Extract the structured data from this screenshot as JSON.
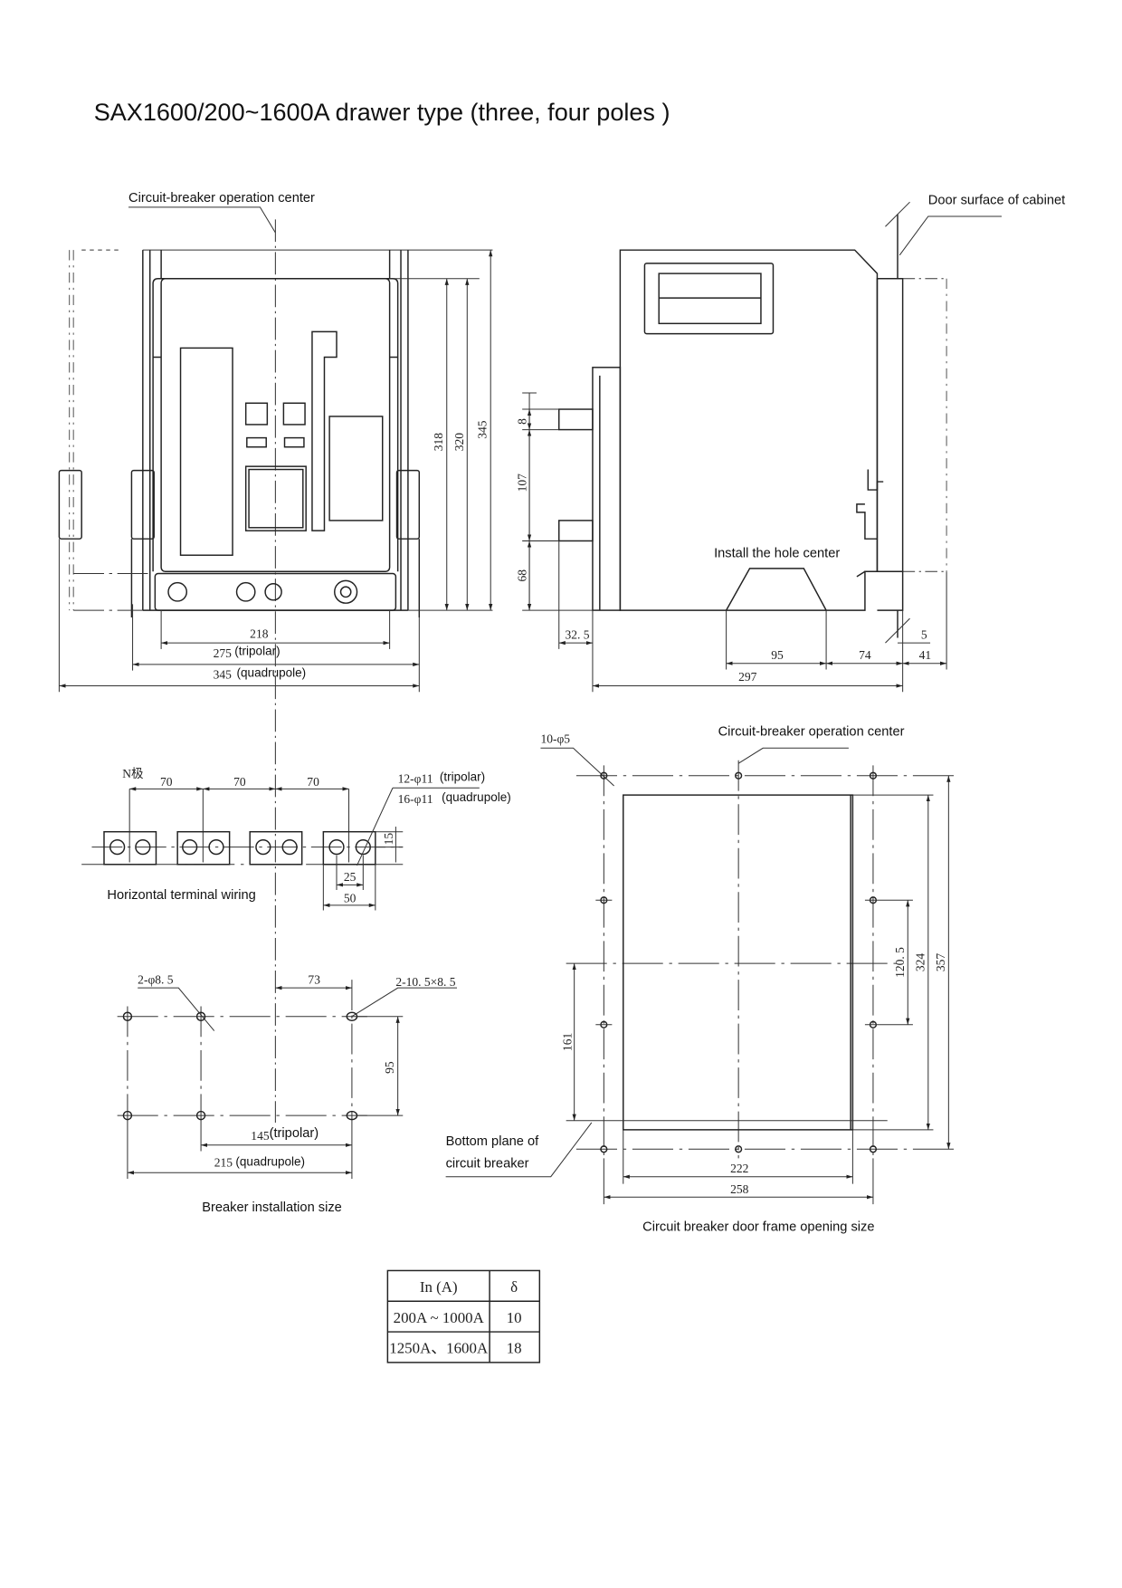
{
  "title": "SAX1600/200~1600A drawer type (three, four poles )",
  "front_view": {
    "operation_center_label": "Circuit-breaker operation center",
    "dims": {
      "h318": "318",
      "h320": "320",
      "h345": "345",
      "w218": "218",
      "w275": "275",
      "w275_note": "(tripolar)",
      "w345": "345",
      "w345_note": "(quadrupole)"
    }
  },
  "side_view": {
    "door_surface_label": "Door surface of cabinet",
    "install_hole_label": "Install the hole center",
    "dims": {
      "d8": "8",
      "d107": "107",
      "d68": "68",
      "d32_5": "32. 5",
      "d95": "95",
      "d74": "74",
      "d5": "5",
      "d41": "41",
      "d297": "297"
    }
  },
  "terminal_wiring": {
    "label": "Horizontal terminal wiring",
    "n_pole": "N极",
    "pitch": [
      "70",
      "70",
      "70"
    ],
    "holes_tripolar": "12-φ11",
    "holes_tripolar_note": "(tripolar)",
    "holes_quadrupole": "16-φ11",
    "holes_quadrupole_note": "(quadrupole)",
    "d15": "15",
    "d25": "25",
    "d50": "50"
  },
  "installation": {
    "label": "Breaker installation size",
    "hole_round": "2-φ8. 5",
    "hole_slot": "2-10. 5×8. 5",
    "d73": "73",
    "d95": "95",
    "d145": "145",
    "d145_note": "(tripolar)",
    "d215": "215",
    "d215_note": "(quadrupole)"
  },
  "door_frame": {
    "label": "Circuit breaker door frame opening size",
    "operation_center_label": "Circuit-breaker operation center",
    "holes": "10-φ5",
    "bottom_plane_line1": "Bottom  plane  of",
    "bottom_plane_line2": "circuit breaker",
    "d161": "161",
    "d120_5": "120. 5",
    "d324": "324",
    "d357": "357",
    "d222": "222",
    "d258": "258"
  },
  "delta_table": {
    "headers": [
      "In (A)",
      "δ"
    ],
    "rows": [
      [
        "200A ~ 1000A",
        "10"
      ],
      [
        "1250A、1600A",
        "18"
      ]
    ]
  }
}
